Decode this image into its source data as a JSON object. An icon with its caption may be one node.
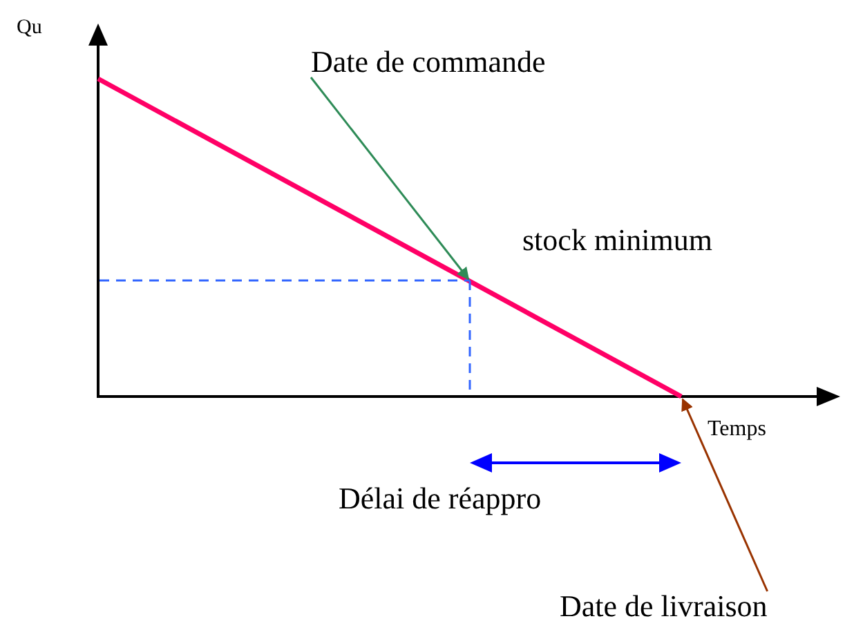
{
  "diagram": {
    "nodes": [
      {
        "text": [
          "Date de commande"
        ]
      },
      {
        "text": [
          "Date de livraison"
        ]
      }
    ],
    "edges": [
      {
        "from": 0,
        "to": null,
        "arrow": "to",
        "color": "#2e8b57"
      },
      {
        "from": 1,
        "to": null,
        "arrow": "to",
        "color": "#993300"
      }
    ],
    "labels": [
      "Qu",
      "Temps",
      "stock minimum",
      "Délai de réappro"
    ]
  }
}
